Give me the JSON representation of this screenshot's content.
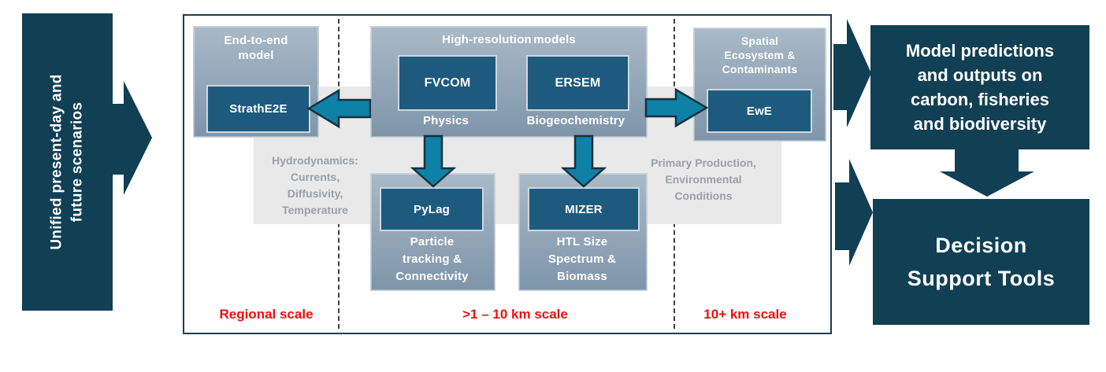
{
  "palette": {
    "navy": "#113f54",
    "teal_arrow": "#0f81a7",
    "arrow_outline": "#16313f",
    "box_steel_top": "#a9b9c7",
    "box_steel_bottom": "#7e95aa",
    "inner_box": "#1e5a7e",
    "band_bg": "#e9e9e9",
    "band_text": "#9aa0a4",
    "red": "#f20d0d"
  },
  "left_banner": {
    "lines": [
      "Unified present-day and",
      "future scenarios"
    ]
  },
  "diagram": {
    "end_to_end": {
      "title_lines": [
        "End-to-end",
        "model"
      ],
      "model": "StrathE2E"
    },
    "high_resolution": {
      "title": "High-resolution models",
      "fvcom": "FVCOM",
      "fvcom_label": "Physics",
      "ersem": "ERSEM",
      "ersem_label": "Biogeochemistry"
    },
    "spatial": {
      "title_lines": [
        "Spatial",
        "Ecosystem &",
        "Contaminants"
      ],
      "model": "EwE"
    },
    "pylag": {
      "model": "PyLag",
      "label_lines": [
        "Particle",
        "tracking &",
        "Connectivity"
      ]
    },
    "mizer": {
      "model": "MIZER",
      "label_lines": [
        "HTL Size",
        "Spectrum &",
        "Biomass"
      ]
    },
    "band_left_lines": [
      "Hydrodynamics:",
      "Currents,",
      "Diffusivity,",
      "Temperature"
    ],
    "band_right_lines": [
      "Primary Production,",
      "Environmental",
      "Conditions"
    ],
    "scale_labels": [
      "Regional scale",
      ">1 – 10 km scale",
      "10+ km scale"
    ]
  },
  "outputs": {
    "predictions_lines": [
      "Model predictions",
      "and outputs on",
      "carbon, fisheries",
      "and biodiversity"
    ],
    "dst_lines": [
      "Decision",
      "Support Tools"
    ]
  }
}
